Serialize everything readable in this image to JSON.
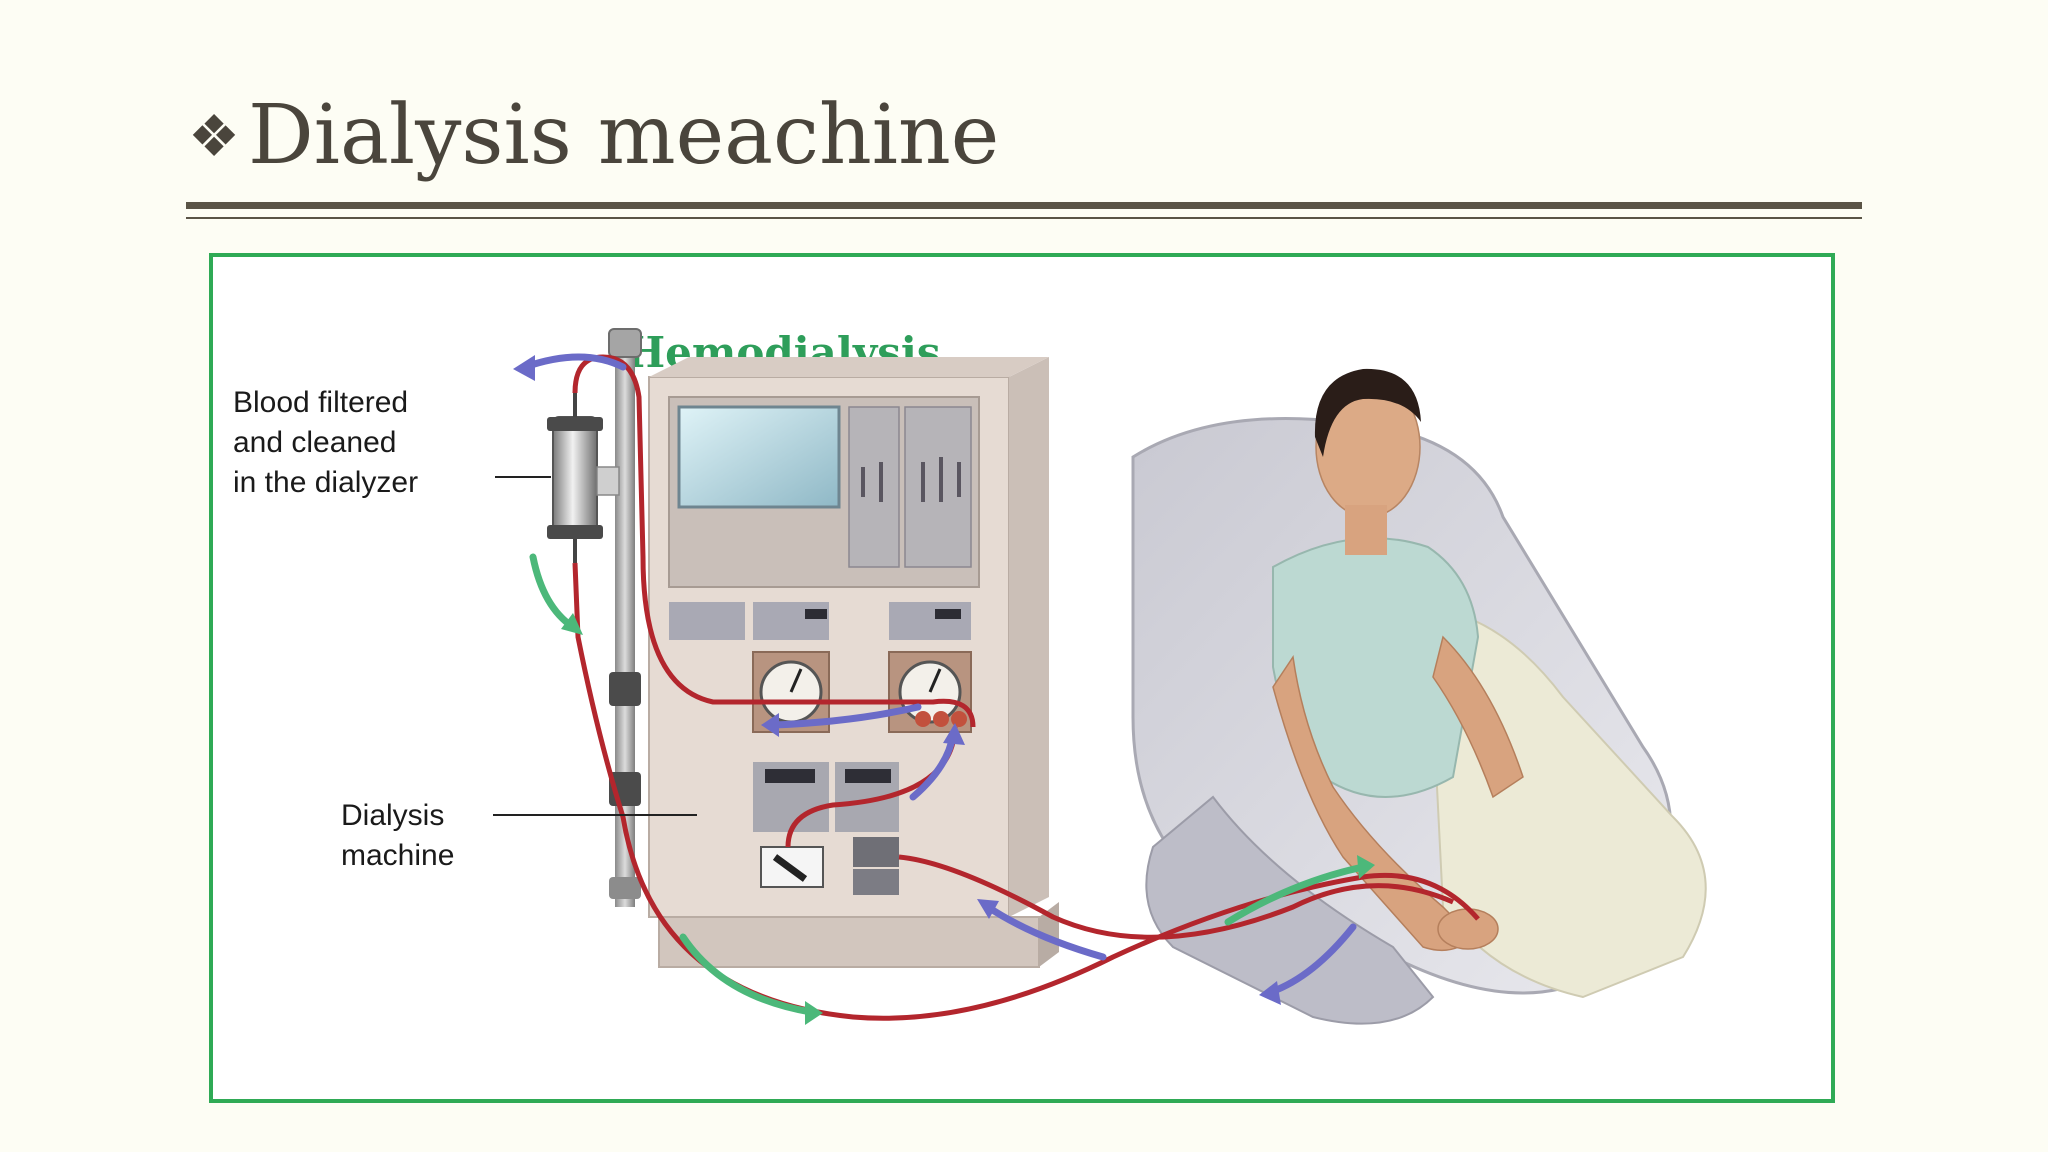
{
  "slide": {
    "bullet_glyph": "❖",
    "title": "Dialysis meachine"
  },
  "figure": {
    "heading": "Hemodialysis",
    "label_dialyzer": [
      "Blood filtered",
      "and cleaned",
      "in the dialyzer"
    ],
    "label_machine": [
      "Dialysis",
      "machine"
    ]
  },
  "colors": {
    "title_text": "#4a453c",
    "frame_border": "#2faa55",
    "heading_green": "#2e9e5a",
    "blood_red": "#b3262d",
    "arrow_blue": "#6b6bc8",
    "arrow_green": "#4cb87a",
    "machine_body": "#e4d8d0"
  }
}
